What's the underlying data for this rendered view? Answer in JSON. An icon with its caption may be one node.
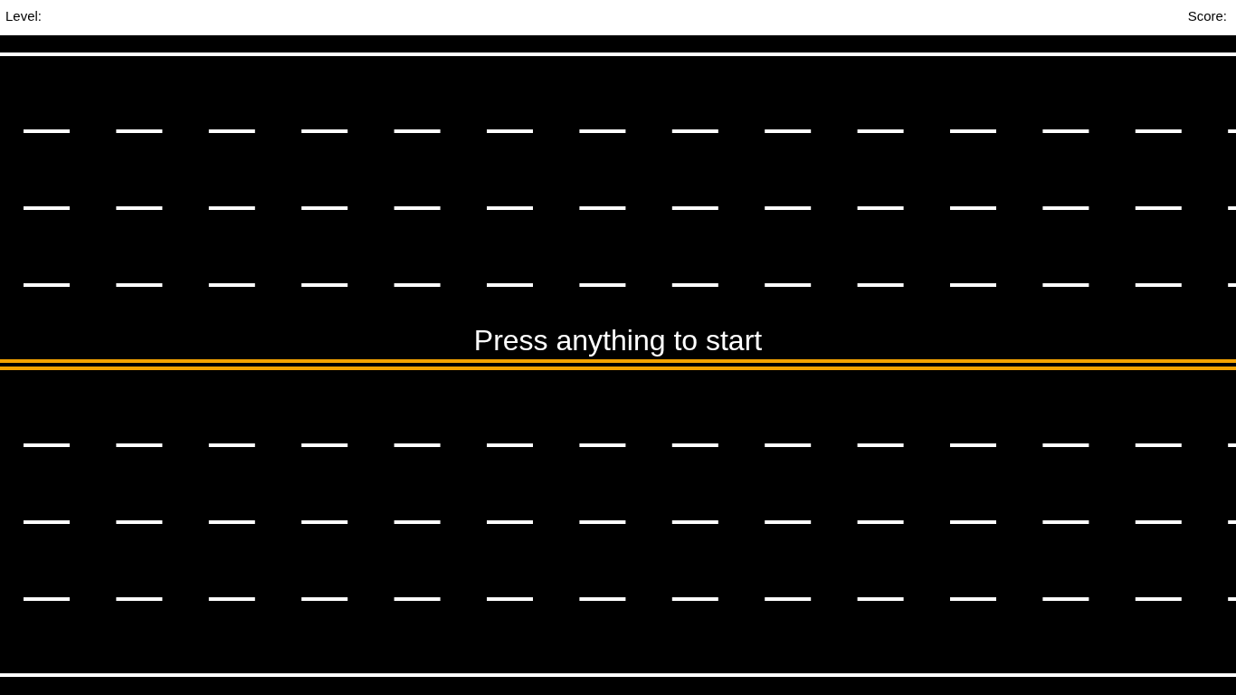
{
  "diagram": {
    "labels": [
      "Level:",
      "Score:",
      "Press anything to start"
    ]
  }
}
